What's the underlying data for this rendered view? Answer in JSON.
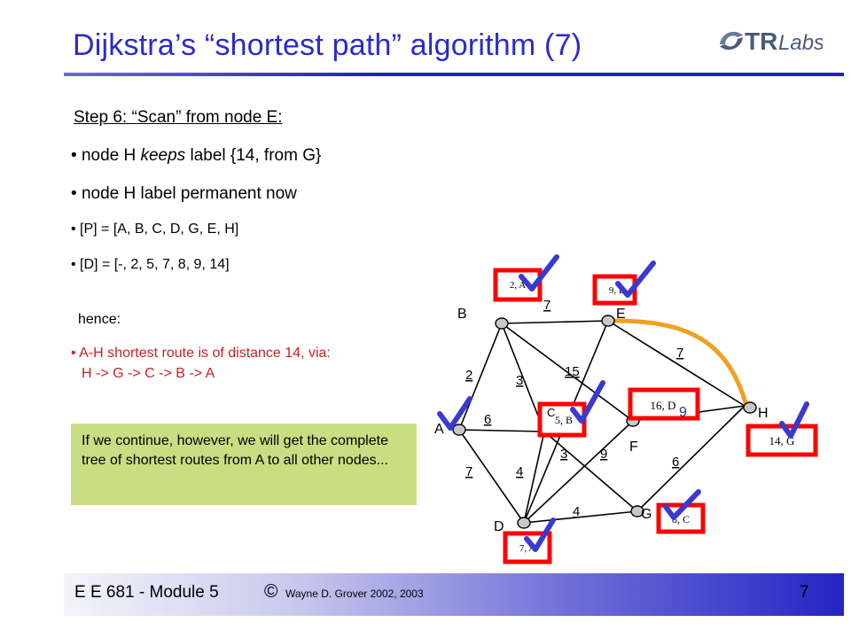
{
  "title": "Dijkstra’s “shortest path” algorithm (7)",
  "logo": {
    "text_tr": "TR",
    "text_labs": "Labs"
  },
  "step": "Step 6: “Scan” from node E:",
  "bullets": {
    "b1_pre": "node H ",
    "b1_em": "keeps",
    "b1_post": " label {14, from G}",
    "b2": "node H label permanent now",
    "b3": "[P] = [A, B, C, D, G,  E, H]",
    "b4": "[D] = [-,  2,  5,  7,  8,  9, 14]"
  },
  "hence": "hence:",
  "result": {
    "line1": "A-H shortest route is of distance 14, via:",
    "line2": "H -> G -> C -> B -> A"
  },
  "note": "If we continue, however, we will get the complete tree of shortest routes from A to all other nodes...",
  "graph": {
    "nodes": {
      "A": "A",
      "B": "B",
      "C": "C",
      "D": "D",
      "E": "E",
      "F": "F",
      "G": "G",
      "H": "H"
    },
    "edge_weights": {
      "AB": "2",
      "AC": "6",
      "AD": "7",
      "BE": "7",
      "BC": "3",
      "BF": "15",
      "EH": "7",
      "CD": "4",
      "CG": "3",
      "DG": "4",
      "FD": "9",
      "FG": "6"
    },
    "labels": {
      "A": "2, A",
      "B": "9, B",
      "C": "5, B",
      "F": "16, D",
      "F_overwrite": "9",
      "H": "14, G",
      "G": "8, C",
      "D": "7, A"
    },
    "colors": {
      "label_border": "#ff0000",
      "check": "#3a3ad0",
      "highlight_path": "#f0a020"
    }
  },
  "footer": {
    "module": "E E 681 - Module 5",
    "copyright_symbol": "©",
    "author": "Wayne D. Grover 2002, 2003",
    "page": "7"
  }
}
